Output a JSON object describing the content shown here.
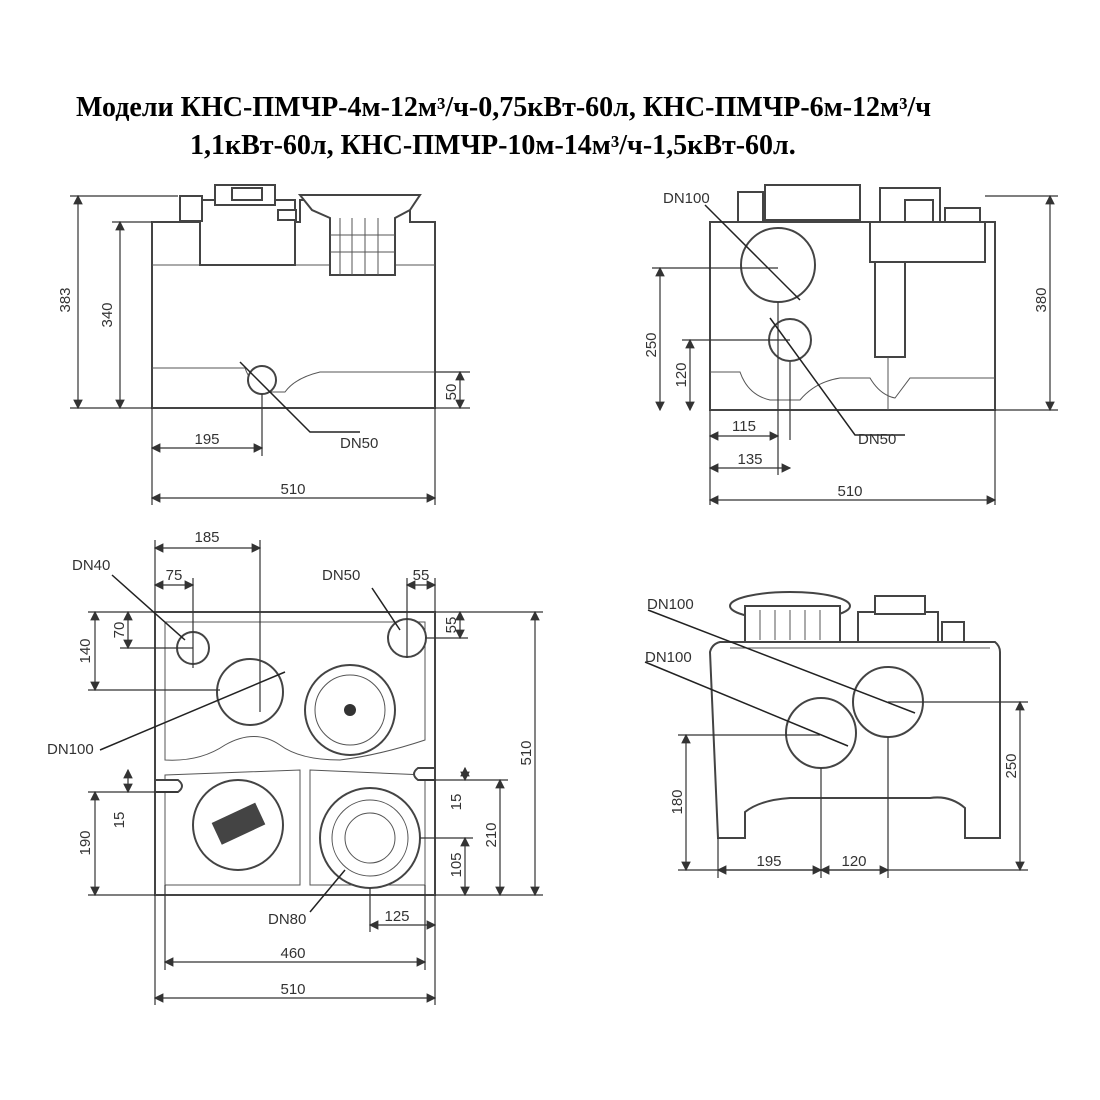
{
  "title": {
    "line1": "Модели КНС-ПМЧР-4м-12м³/ч-0,75кВт-60л, КНС-ПМЧР-6м-12м³/ч",
    "line2": "1,1кВт-60л, КНС-ПМЧР-10м-14м³/ч-1,5кВт-60л."
  },
  "front_view": {
    "height_total": "383",
    "height_body": "340",
    "outlet_height": "50",
    "outlet_offset": "195",
    "width": "510",
    "outlet_label": "DN50"
  },
  "side_view": {
    "inlet_label": "DN100",
    "height_total": "380",
    "inlet_height": "250",
    "outlet_height": "120",
    "offset_1": "115",
    "offset_2": "135",
    "width": "510",
    "outlet_label": "DN50"
  },
  "top_view": {
    "offset_top": "185",
    "dn40_label": "DN40",
    "dn40_offset": "75",
    "dn50_label": "DN50",
    "dn50_offset": "55",
    "depth_140": "140",
    "depth_70": "70",
    "dn50_depth": "55",
    "dn100_label": "DN100",
    "depth_total": "510",
    "slot_15_left": "15",
    "depth_190": "190",
    "slot_15_right": "15",
    "depth_210": "210",
    "depth_105": "105",
    "dn80_label": "DN80",
    "dn80_offset": "125",
    "inner_width": "460",
    "width": "510"
  },
  "iso_view": {
    "dn100_a": "DN100",
    "dn100_b": "DN100",
    "height_180": "180",
    "height_250": "250",
    "offset_195": "195",
    "offset_120": "120"
  }
}
